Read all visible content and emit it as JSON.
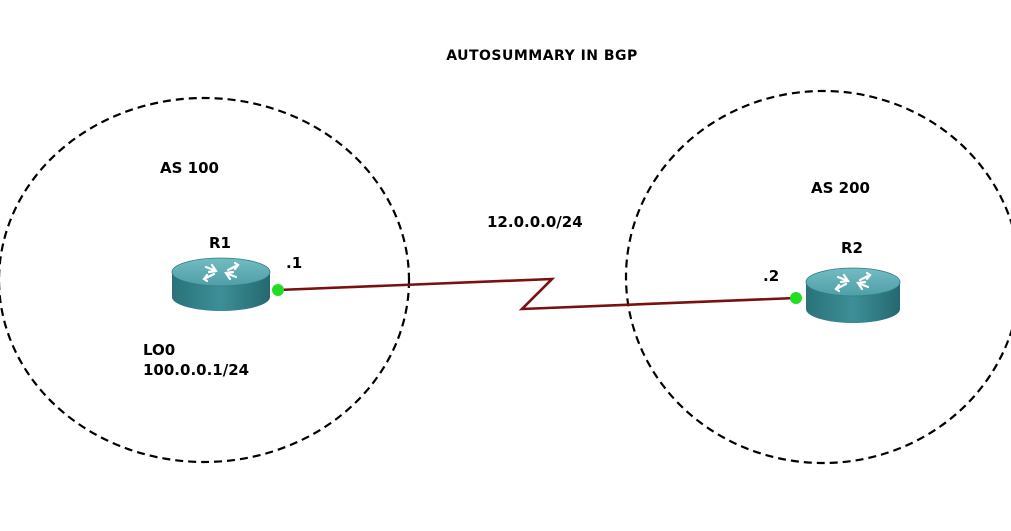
{
  "diagram": {
    "title": "AUTOSUMMARY IN BGP",
    "link_subnet": "12.0.0.0/24",
    "as_left": {
      "label": "AS 100"
    },
    "as_right": {
      "label": "AS 200"
    },
    "router1": {
      "name": "R1",
      "interface_ip": ".1",
      "loopback_name": "LO0",
      "loopback_ip": "100.0.0.1/24"
    },
    "router2": {
      "name": "R2",
      "interface_ip": ".2"
    },
    "colors": {
      "link": "#7a1010",
      "port": "#22dd22",
      "router_top": "#58a9b1",
      "router_body": "#2f7c83",
      "boundary": "#000000"
    }
  }
}
